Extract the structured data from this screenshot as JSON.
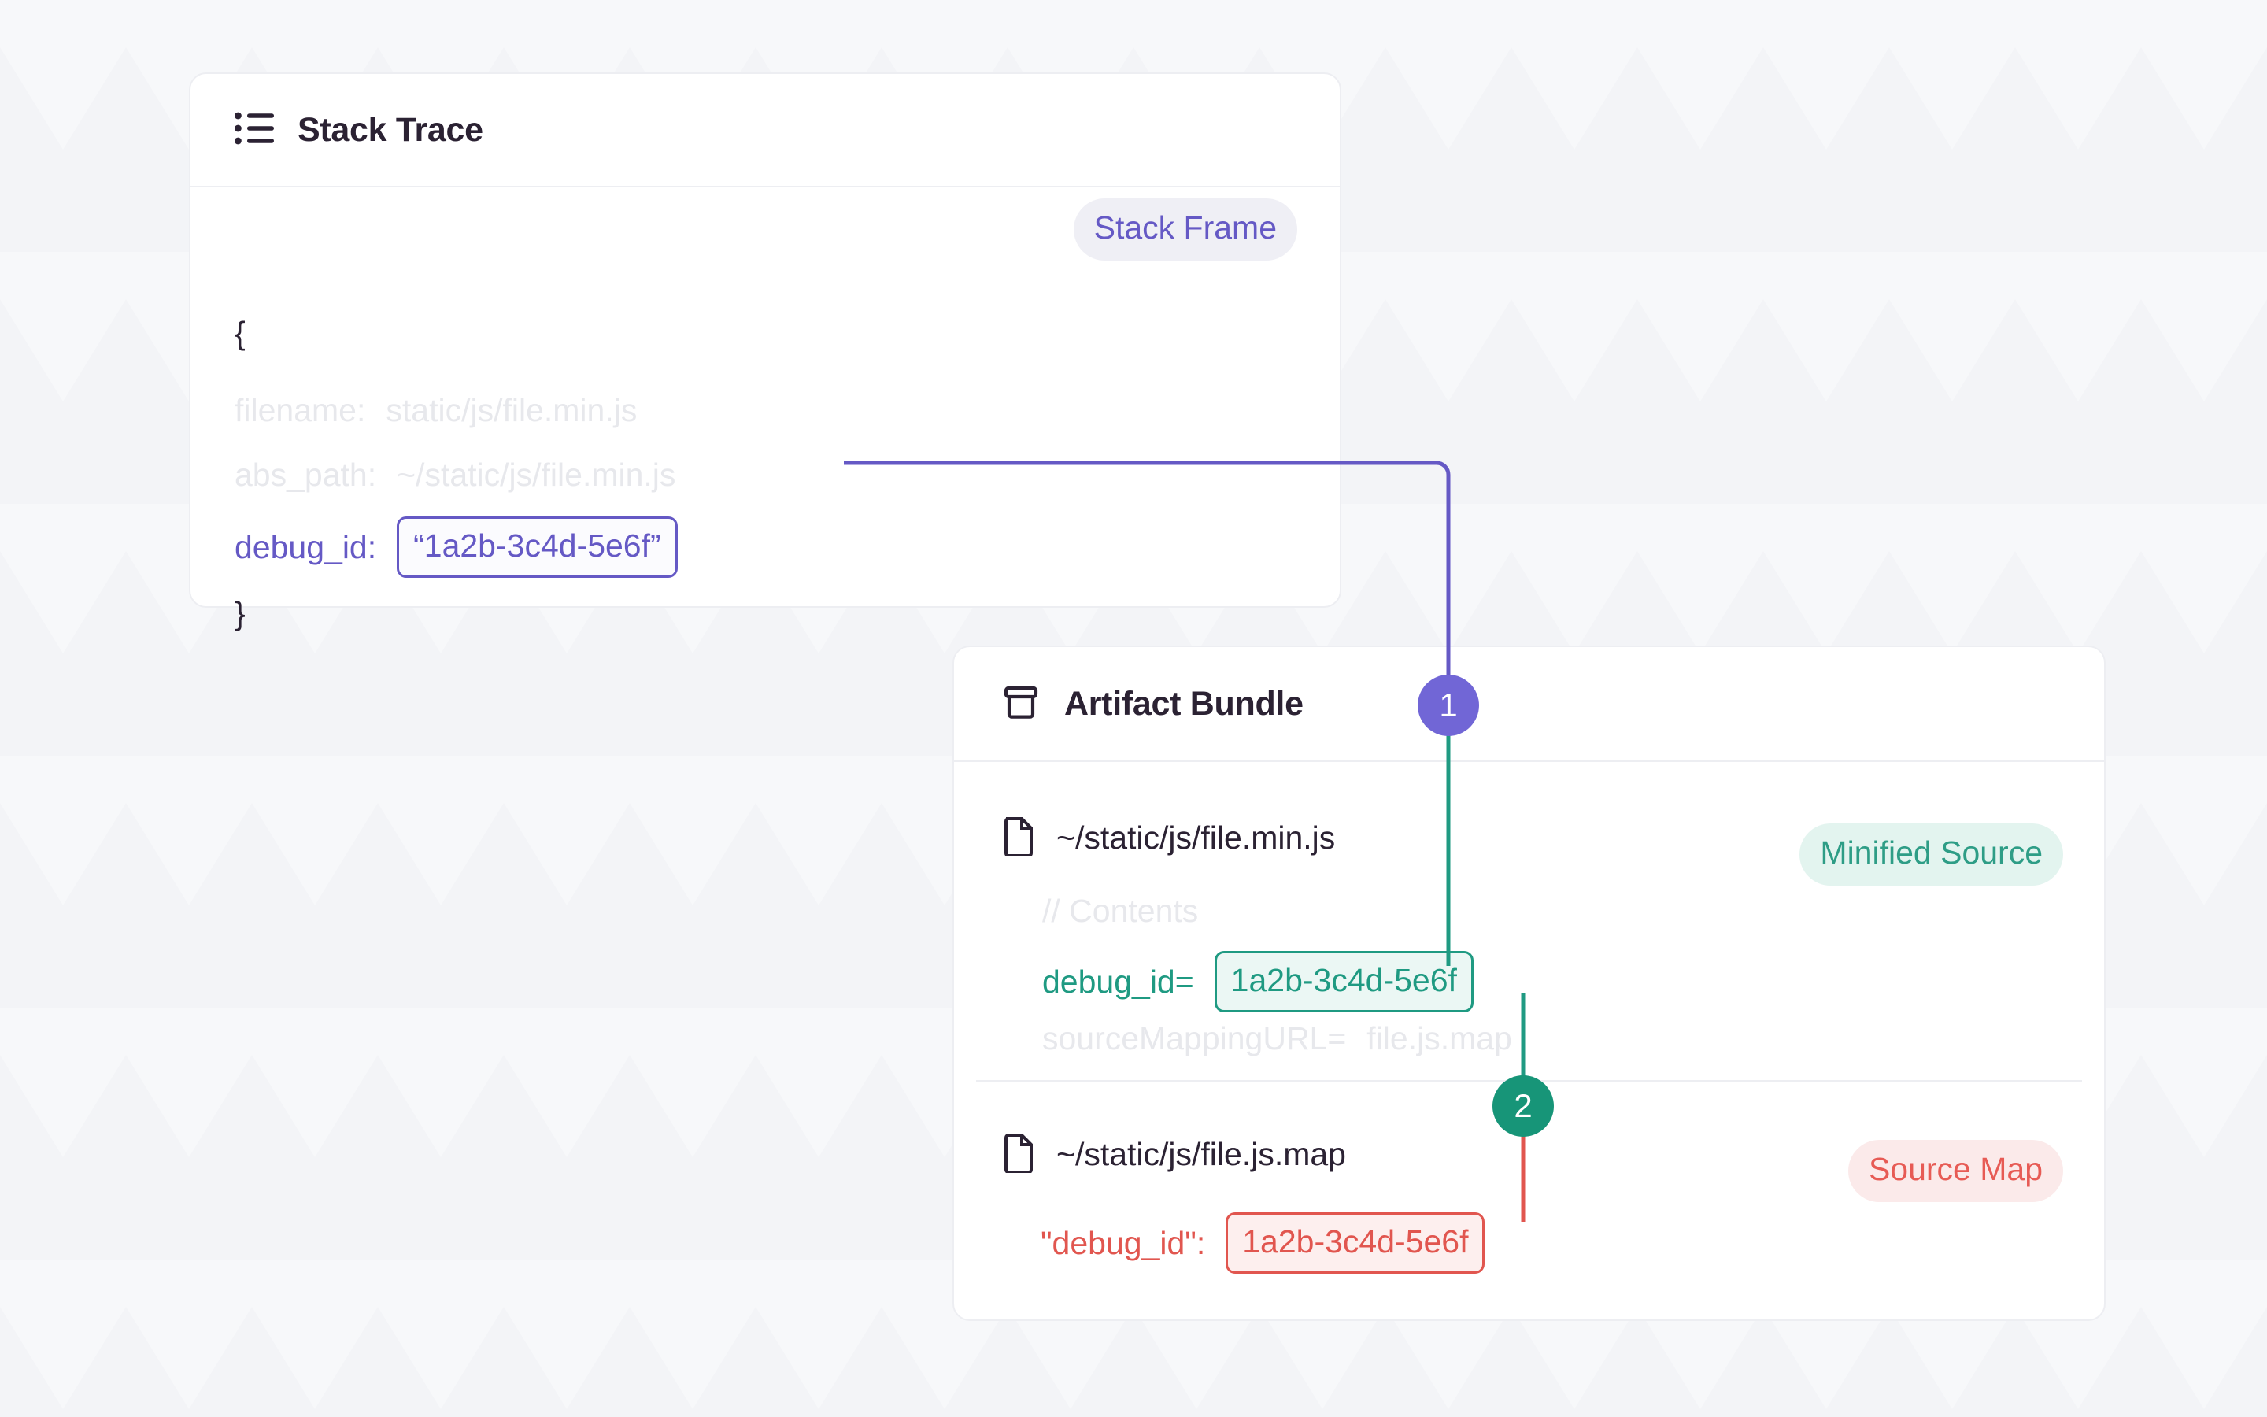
{
  "canvas": {
    "background": "#F7F8FA"
  },
  "colors": {
    "purple": "#6559C5",
    "purple_marker": "#7166D6",
    "teal": "#1F9A82",
    "teal_marker": "#179578",
    "red": "#E1564F",
    "muted": "#E7E8EC",
    "text_dark": "#2B2233",
    "panel_border": "#EDEEF2"
  },
  "stack_trace": {
    "title": "Stack Trace",
    "icon": "list-icon",
    "badge": "Stack Frame",
    "open_brace": "{",
    "close_brace": "}",
    "fields": [
      {
        "key": "filename:",
        "value": "static/js/file.min.js"
      },
      {
        "key": "abs_path:",
        "value": "~/static/js/file.min.js"
      }
    ],
    "debug_id_key": "debug_id:",
    "debug_id_value": "“1a2b-3c4d-5e6f”"
  },
  "artifact_bundle": {
    "title": "Artifact Bundle",
    "icon": "archive-box-icon",
    "files": [
      {
        "name": "~/static/js/file.min.js",
        "icon": "file-icon",
        "badge": "Minified Source",
        "lines": [
          {
            "text": "// Contents",
            "style": "muted"
          },
          {
            "key": "debug_id=",
            "value": "1a2b-3c4d-5e6f",
            "style": "teal"
          },
          {
            "key": "sourceMappingURL=",
            "value": "file.js.map",
            "style": "muted"
          }
        ]
      },
      {
        "name": "~/static/js/file.js.map",
        "icon": "file-icon",
        "badge": "Source Map",
        "lines": [
          {
            "key": "\"debug_id\":",
            "value": "1a2b-3c4d-5e6f",
            "style": "red"
          }
        ]
      }
    ]
  },
  "connectors": {
    "markers": [
      {
        "label": "1",
        "color": "#7166D6"
      },
      {
        "label": "2",
        "color": "#179578"
      }
    ]
  }
}
